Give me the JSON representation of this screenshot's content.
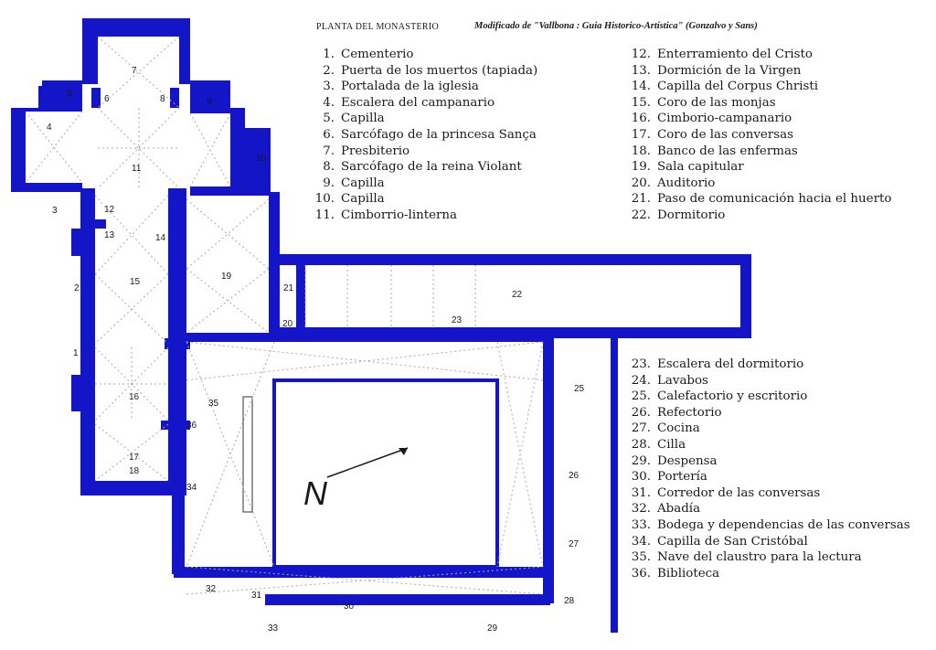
{
  "header": {
    "title": "PLANTA DEL MONASTERIO",
    "credit": "Modificado de \"Vallbona : Guia Historico-Artística\" (Gonzalvo y Sans)"
  },
  "legend": [
    {
      "num": "1.",
      "label": "Cementerio"
    },
    {
      "num": "2.",
      "label": "Puerta de los muertos (tapiada)"
    },
    {
      "num": "3.",
      "label": "Portalada de la iglesia"
    },
    {
      "num": "4.",
      "label": "Escalera del campanario"
    },
    {
      "num": "5.",
      "label": "Capilla"
    },
    {
      "num": "6.",
      "label": "Sarcófago de la princesa Sança"
    },
    {
      "num": "7.",
      "label": "Presbiterio"
    },
    {
      "num": "8.",
      "label": "Sarcófago de la reina Violant"
    },
    {
      "num": "9.",
      "label": "Capilla"
    },
    {
      "num": "10.",
      "label": "Capilla"
    },
    {
      "num": "11.",
      "label": "Cimborrio-linterna"
    },
    {
      "num": "12.",
      "label": "Enterramiento del Cristo"
    },
    {
      "num": "13.",
      "label": "Dormición de la Virgen"
    },
    {
      "num": "14.",
      "label": "Capilla del Corpus Christi"
    },
    {
      "num": "15.",
      "label": "Coro de las monjas"
    },
    {
      "num": "16.",
      "label": "Cimborio-campanario"
    },
    {
      "num": "17.",
      "label": "Coro de las conversas"
    },
    {
      "num": "18.",
      "label": "Banco de las enfermas"
    },
    {
      "num": "19.",
      "label": "Sala capitular"
    },
    {
      "num": "20.",
      "label": "Auditorio"
    },
    {
      "num": "21.",
      "label": "Paso de comunicación hacia el huerto"
    },
    {
      "num": "22.",
      "label": "Dormitorio"
    },
    {
      "num": "23.",
      "label": "Escalera del dormitorio"
    },
    {
      "num": "24.",
      "label": "Lavabos"
    },
    {
      "num": "25.",
      "label": "Calefactorio y escritorio"
    },
    {
      "num": "26.",
      "label": "Refectorio"
    },
    {
      "num": "27.",
      "label": "Cocina"
    },
    {
      "num": "28.",
      "label": "Cilla"
    },
    {
      "num": "29.",
      "label": "Despensa"
    },
    {
      "num": "30.",
      "label": "Portería"
    },
    {
      "num": "31.",
      "label": "Corredor de las conversas"
    },
    {
      "num": "32.",
      "label": "Abadía"
    },
    {
      "num": "33.",
      "label": "Bodega y dependencias de las conversas"
    },
    {
      "num": "34.",
      "label": "Capilla de San Cristóbal"
    },
    {
      "num": "35.",
      "label": "Nave del claustro para la lectura"
    },
    {
      "num": "36.",
      "label": "Biblioteca"
    }
  ],
  "plan": {
    "north_label": "N",
    "room_labels": [
      "1",
      "2",
      "3",
      "4",
      "5",
      "6",
      "7",
      "8",
      "9",
      "10",
      "11",
      "12",
      "13",
      "14",
      "15",
      "16",
      "17",
      "18",
      "19",
      "20",
      "21",
      "22",
      "23",
      "25",
      "26",
      "27",
      "28",
      "29",
      "30",
      "31",
      "32",
      "33",
      "34",
      "35",
      "36"
    ]
  },
  "colors": {
    "wall": "#1515c8",
    "vault_lines": "#a8a8a8",
    "text": "#1a1a1a"
  }
}
